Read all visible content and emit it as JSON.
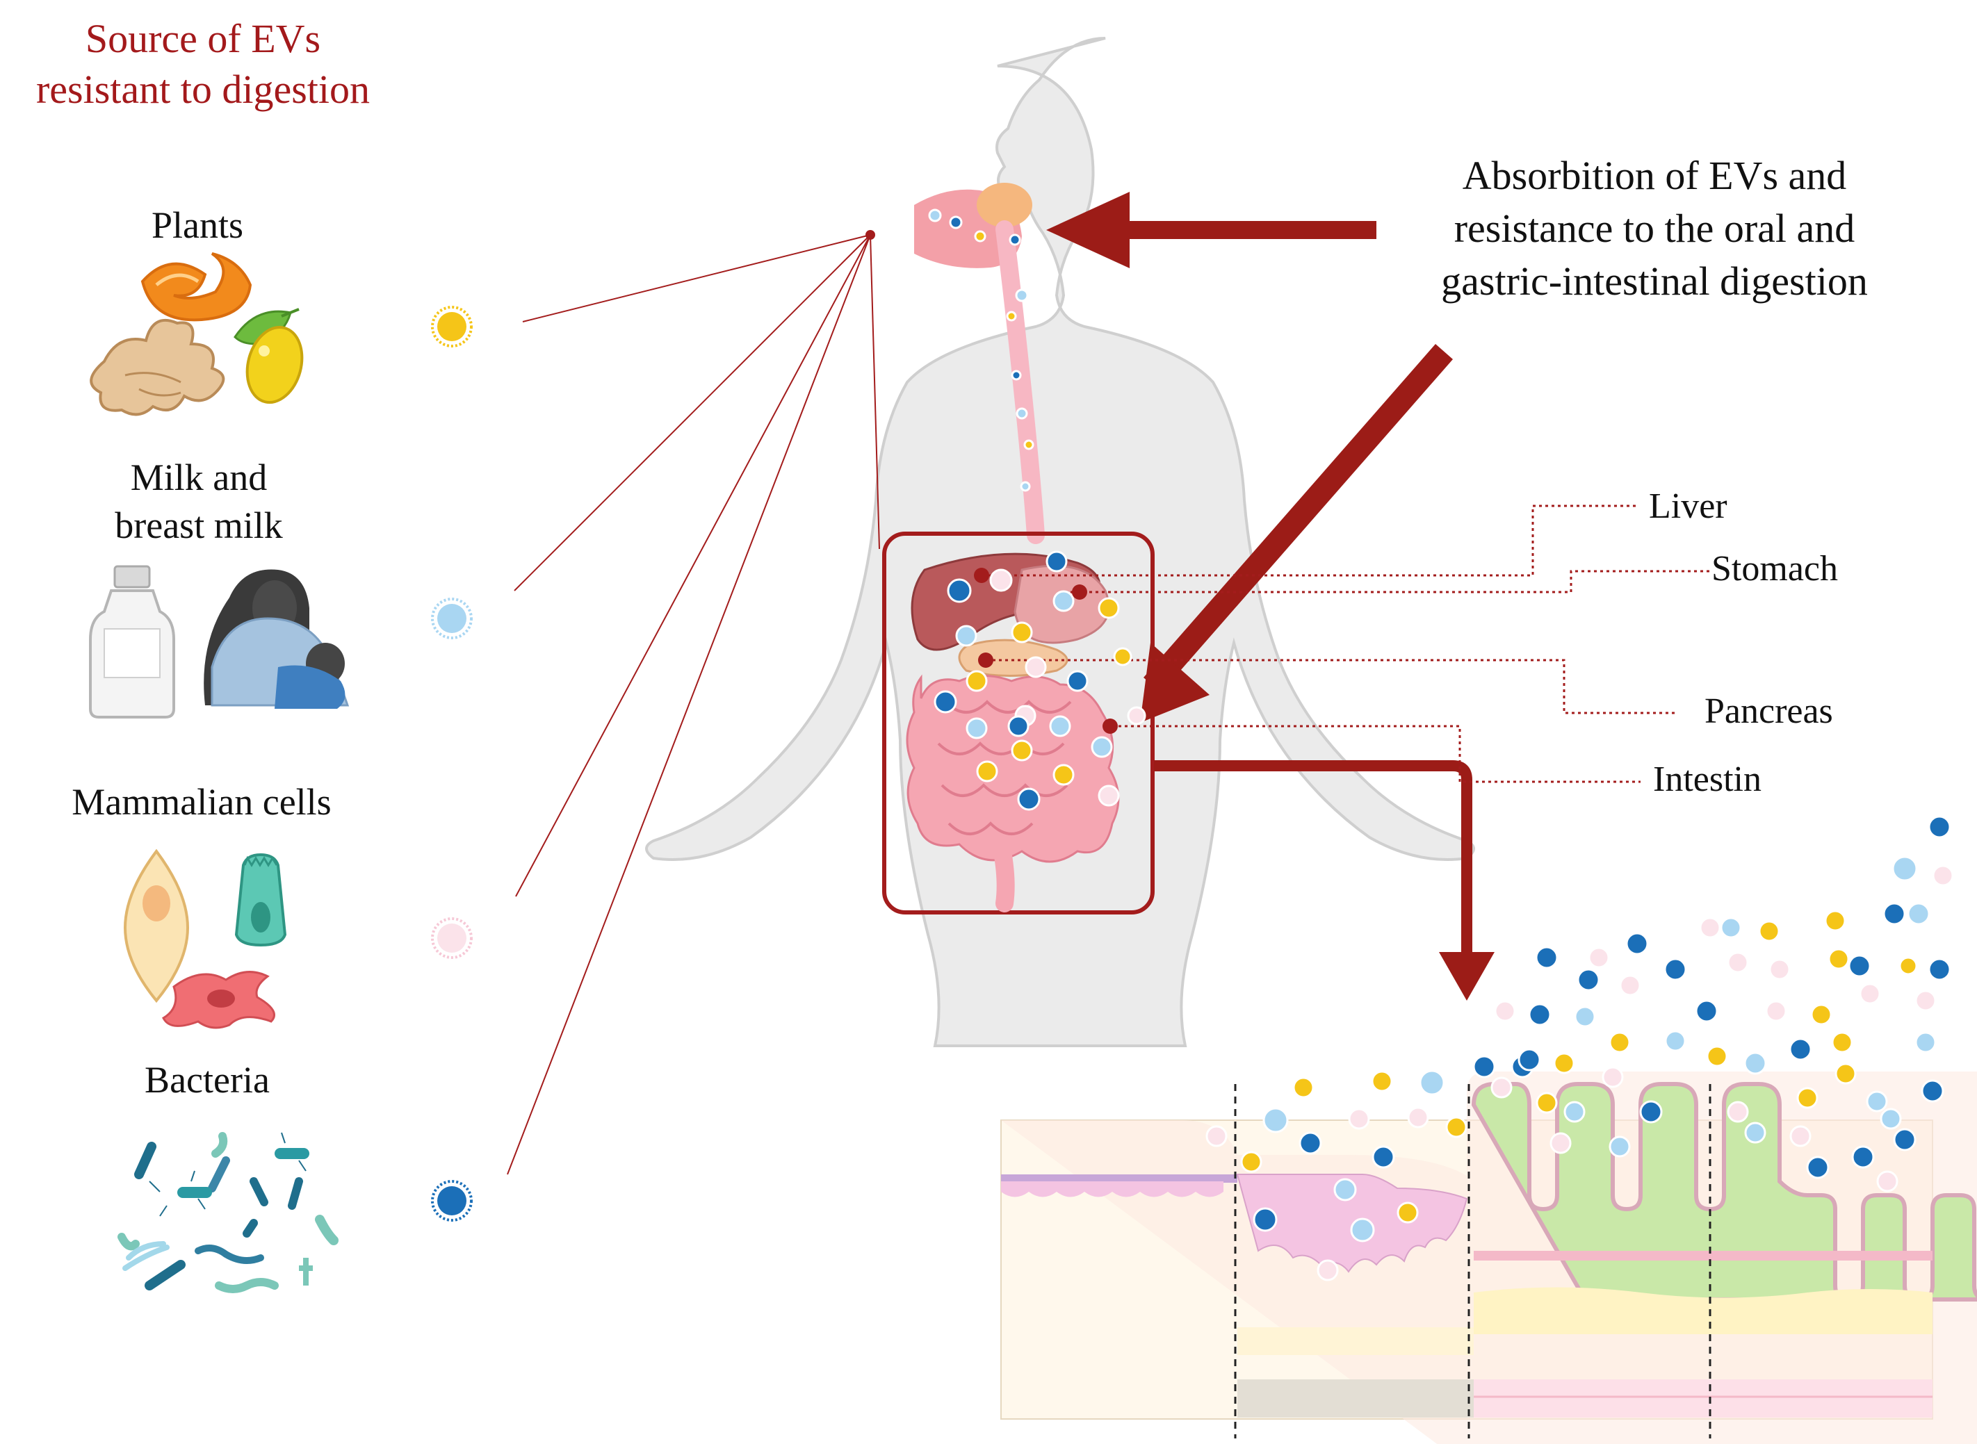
{
  "header": {
    "line1": "Source of EVs",
    "line2": "resistant to digestion"
  },
  "sources": [
    {
      "label_lines": [
        "Plants"
      ],
      "ev_color": "#f5c518"
    },
    {
      "label_lines": [
        "Milk and",
        "breast milk"
      ],
      "ev_color": "#a9d6f2"
    },
    {
      "label_lines": [
        "Mammalian cells"
      ],
      "ev_color": "#fbe3ea"
    },
    {
      "label_lines": [
        "Bacteria"
      ],
      "ev_color": "#1b6fb8"
    }
  ],
  "absorption": {
    "lines": [
      "Absorbition of EVs and",
      "resistance to the oral and",
      "gastric-intestinal digestion"
    ]
  },
  "organs": {
    "liver": "Liver",
    "stomach": "Stomach",
    "pancreas": "Pancreas",
    "intestin": "Intestin"
  },
  "colors": {
    "header_red": "#a3191b",
    "arrow_red": "#9c1c17",
    "line_red": "#a31c1c",
    "ev_yellow": "#f5c518",
    "ev_light_blue": "#a9d6f2",
    "ev_pink": "#fbe3ea",
    "ev_dark_blue": "#1b6fb8"
  }
}
